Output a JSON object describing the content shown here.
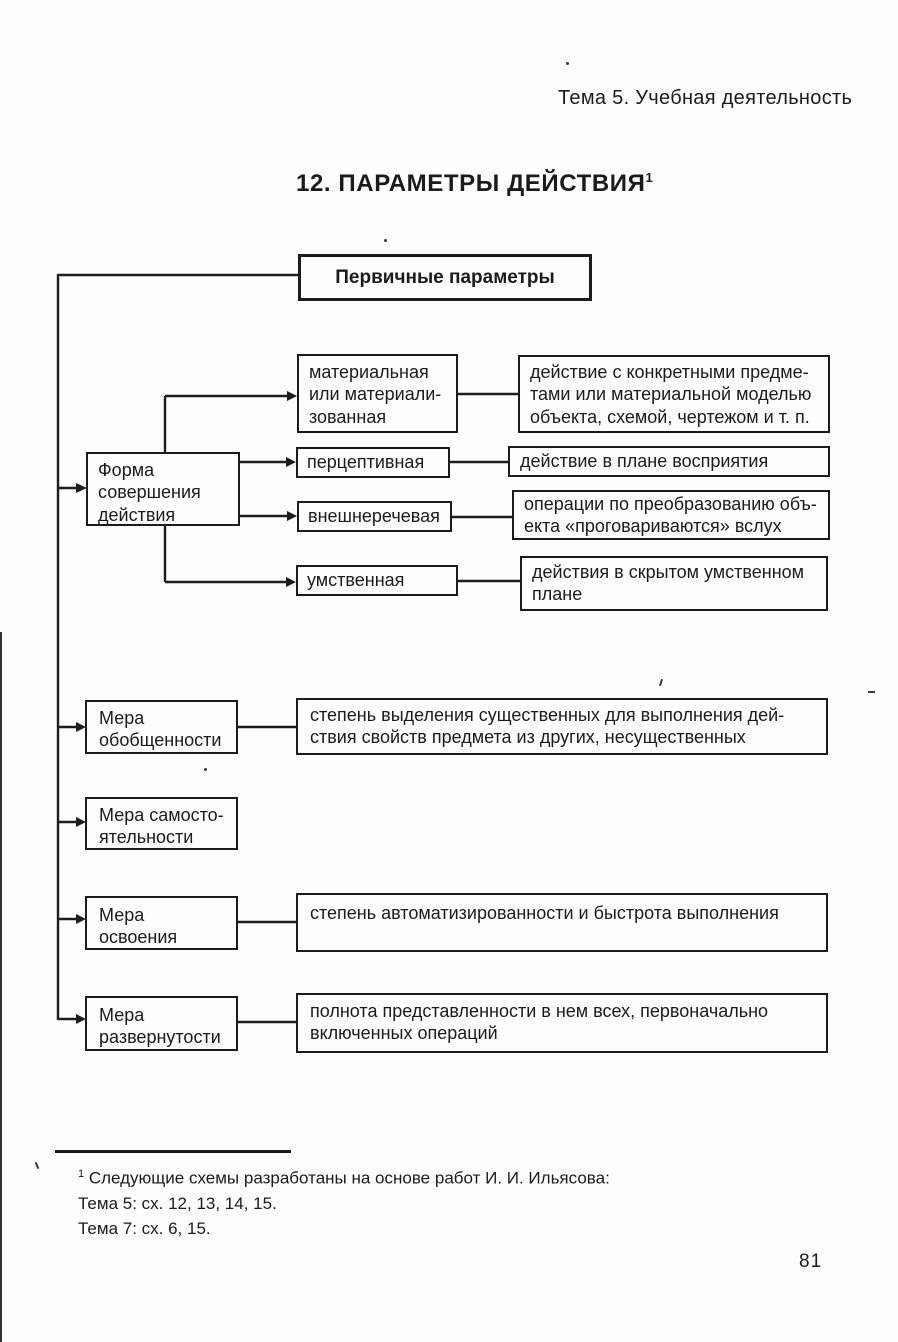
{
  "page": {
    "running_head": "Тема 5. Учебная деятельность",
    "page_number": "81"
  },
  "title": {
    "text": "12. ПАРАМЕТРЫ ДЕЙСТВИЯ",
    "marker": "1"
  },
  "diagram": {
    "root": {
      "label": "Первичные параметры"
    },
    "form": {
      "label": "Форма\nсовершения\nдействия",
      "children": [
        {
          "label": "материальная\nили материали-\nзованная",
          "description": "действие с конкретными предме-\nтами или материальной моделью\nобъекта, схемой, чертежом и т. п."
        },
        {
          "label": "перцептивная",
          "description": "действие в плане восприятия"
        },
        {
          "label": "внешнеречевая",
          "description": "операции по преобразованию объ-\nекта «проговариваются» вслух"
        },
        {
          "label": "умственная",
          "description": "действия в скрытом умственном\nплане"
        }
      ]
    },
    "measures": [
      {
        "label": "Мера\nобобщенности",
        "description": "степень выделения существенных для выполнения дей-\nствия свойств предмета из других, несущественных"
      },
      {
        "label": "Мера самосто-\nятельности",
        "description": ""
      },
      {
        "label": "Мера\nосвоения",
        "description": "степень автоматизированности и быстрота выполнения"
      },
      {
        "label": "Мера\nразвернутости",
        "description": "полнота представленности в нем всех, первоначально\nвключенных операций"
      }
    ]
  },
  "footnote": {
    "marker": "1",
    "text1": "Следующие схемы разработаны на основе работ И. И. Ильясова:",
    "text2": "Тема 5: сх. 12, 13, 14, 15.",
    "text3": "Тема 7: сх. 6, 15."
  }
}
